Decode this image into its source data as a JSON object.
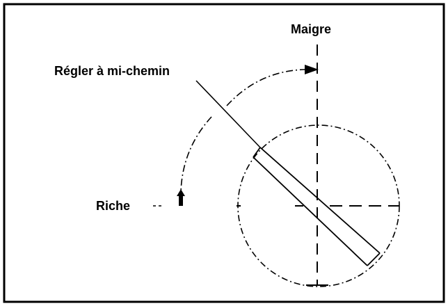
{
  "labels": {
    "maigre": "Maigre",
    "regler": "Régler à mi-chemin",
    "riche": "Riche"
  },
  "colors": {
    "ink": "#000000",
    "background": "#ffffff"
  }
}
